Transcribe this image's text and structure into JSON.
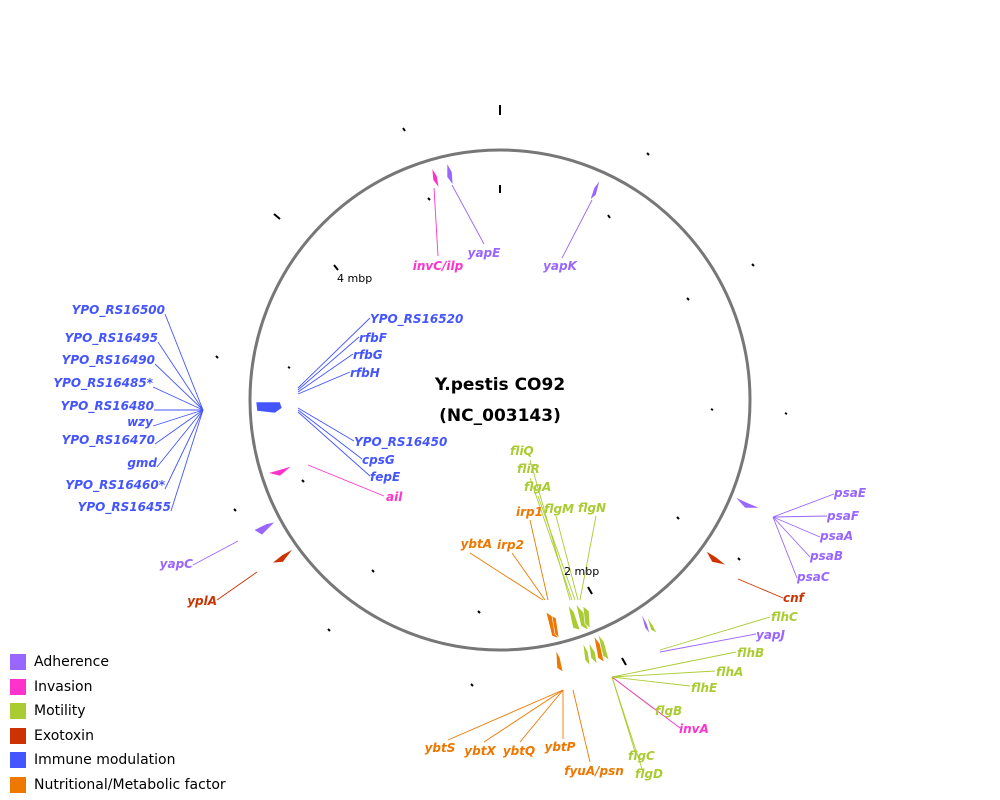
{
  "title": {
    "line1": "Y.pestis CO92",
    "line2": "(NC_003143)"
  },
  "scale_labels": {
    "mbp4": "4 mbp",
    "mbp2": "2 mbp"
  },
  "colors": {
    "Adherence": "#9966ff",
    "Invasion": "#ff33cc",
    "Motility": "#aacc33",
    "Exotoxin": "#cc3300",
    "Immune modulation": "#4455ff",
    "Nutritional/Metabolic factor": "#ee7700"
  },
  "legend": [
    {
      "label": "Adherence",
      "color": "#9966ff"
    },
    {
      "label": "Invasion",
      "color": "#ff33cc"
    },
    {
      "label": "Motility",
      "color": "#aacc33"
    },
    {
      "label": "Exotoxin",
      "color": "#cc3300"
    },
    {
      "label": "Immune modulation",
      "color": "#4455ff"
    },
    {
      "label": "Nutritional/Metabolic factor",
      "color": "#ee7700"
    }
  ],
  "genes": [
    {
      "name": "invC/ilp",
      "category": "Invasion"
    },
    {
      "name": "yapE",
      "category": "Adherence"
    },
    {
      "name": "yapK",
      "category": "Adherence"
    },
    {
      "name": "YPO_RS16520",
      "category": "Immune modulation"
    },
    {
      "name": "rfbF",
      "category": "Immune modulation"
    },
    {
      "name": "rfbG",
      "category": "Immune modulation"
    },
    {
      "name": "rfbH",
      "category": "Immune modulation"
    },
    {
      "name": "YPO_RS16450",
      "category": "Immune modulation"
    },
    {
      "name": "cpsG",
      "category": "Immune modulation"
    },
    {
      "name": "fepE",
      "category": "Immune modulation"
    },
    {
      "name": "ail",
      "category": "Invasion"
    },
    {
      "name": "YPO_RS16500",
      "category": "Immune modulation"
    },
    {
      "name": "YPO_RS16495",
      "category": "Immune modulation"
    },
    {
      "name": "YPO_RS16490",
      "category": "Immune modulation"
    },
    {
      "name": "YPO_RS16485*",
      "category": "Immune modulation"
    },
    {
      "name": "YPO_RS16480",
      "category": "Immune modulation"
    },
    {
      "name": "wzy",
      "category": "Immune modulation"
    },
    {
      "name": "YPO_RS16470",
      "category": "Immune modulation"
    },
    {
      "name": "gmd",
      "category": "Immune modulation"
    },
    {
      "name": "YPO_RS16460*",
      "category": "Immune modulation"
    },
    {
      "name": "YPO_RS16455",
      "category": "Immune modulation"
    },
    {
      "name": "yapC",
      "category": "Adherence"
    },
    {
      "name": "yplA",
      "category": "Exotoxin"
    },
    {
      "name": "psaE",
      "category": "Adherence"
    },
    {
      "name": "psaF",
      "category": "Adherence"
    },
    {
      "name": "psaA",
      "category": "Adherence"
    },
    {
      "name": "psaB",
      "category": "Adherence"
    },
    {
      "name": "psaC",
      "category": "Adherence"
    },
    {
      "name": "cnf",
      "category": "Exotoxin"
    },
    {
      "name": "fliQ",
      "category": "Motility"
    },
    {
      "name": "fliR",
      "category": "Motility"
    },
    {
      "name": "flgA",
      "category": "Motility"
    },
    {
      "name": "flgM",
      "category": "Motility"
    },
    {
      "name": "flgN",
      "category": "Motility"
    },
    {
      "name": "irp1",
      "category": "Nutritional/Metabolic factor"
    },
    {
      "name": "ybtA",
      "category": "Nutritional/Metabolic factor"
    },
    {
      "name": "irp2",
      "category": "Nutritional/Metabolic factor"
    },
    {
      "name": "flhC",
      "category": "Motility"
    },
    {
      "name": "yapJ",
      "category": "Adherence"
    },
    {
      "name": "flhB",
      "category": "Motility"
    },
    {
      "name": "flhA",
      "category": "Motility"
    },
    {
      "name": "flhE",
      "category": "Motility"
    },
    {
      "name": "flgB",
      "category": "Motility"
    },
    {
      "name": "invA",
      "category": "Invasion"
    },
    {
      "name": "flgC",
      "category": "Motility"
    },
    {
      "name": "flgD",
      "category": "Motility"
    },
    {
      "name": "ybtS",
      "category": "Nutritional/Metabolic factor"
    },
    {
      "name": "ybtX",
      "category": "Nutritional/Metabolic factor"
    },
    {
      "name": "ybtQ",
      "category": "Nutritional/Metabolic factor"
    },
    {
      "name": "ybtP",
      "category": "Nutritional/Metabolic factor"
    },
    {
      "name": "fyuA/psn",
      "category": "Nutritional/Metabolic factor"
    }
  ]
}
